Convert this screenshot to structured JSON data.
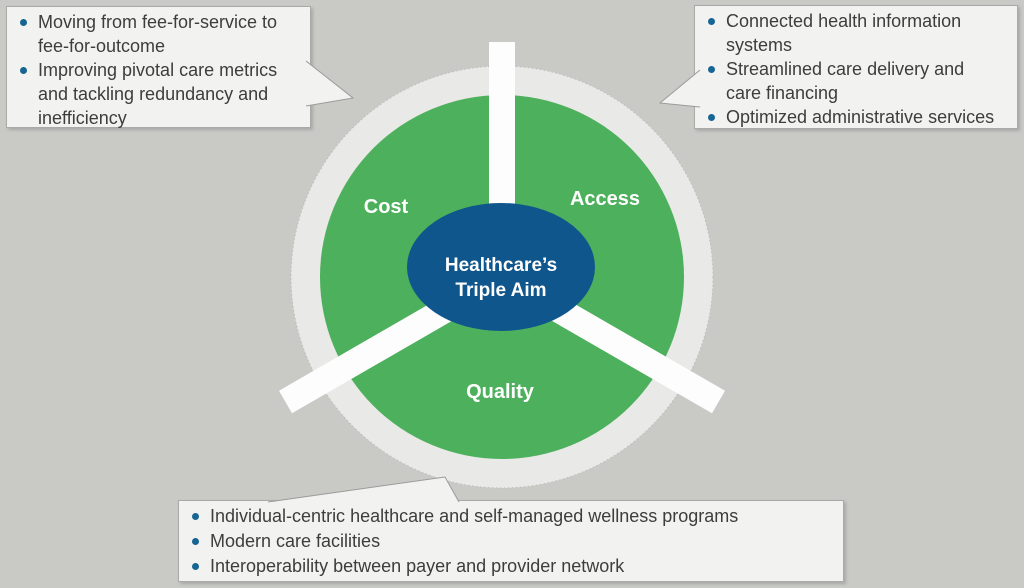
{
  "diagram": {
    "center": {
      "title_line1": "Healthcare’s",
      "title_line2": "Triple Aim"
    },
    "sectors": {
      "left": "Cost",
      "right": "Access",
      "bottom": "Quality"
    },
    "colors": {
      "background": "#c9cac6",
      "outer_ring": "#e9e9e7",
      "green_wheel": "#4db05c",
      "center_ellipse_blue": "#0f568c",
      "spoke_white": "#fdfdfd",
      "callout_background": "#f2f2f0",
      "callout_border": "#a9a9a7",
      "bullet_blue": "#176592",
      "text_gray": "#3d3d3d"
    }
  },
  "callouts": {
    "top_left": {
      "items": [
        "Moving from fee-for-service to\nfee-for-outcome",
        "Improving pivotal care metrics\nand tackling redundancy and\ninefficiency"
      ]
    },
    "top_right": {
      "items": [
        "Connected health information\nsystems",
        "Streamlined care delivery and\ncare financing",
        "Optimized administrative services"
      ]
    },
    "bottom": {
      "items": [
        "Individual-centric healthcare and self-managed wellness programs",
        "Modern care facilities",
        "Interoperability between payer and provider network"
      ]
    }
  }
}
